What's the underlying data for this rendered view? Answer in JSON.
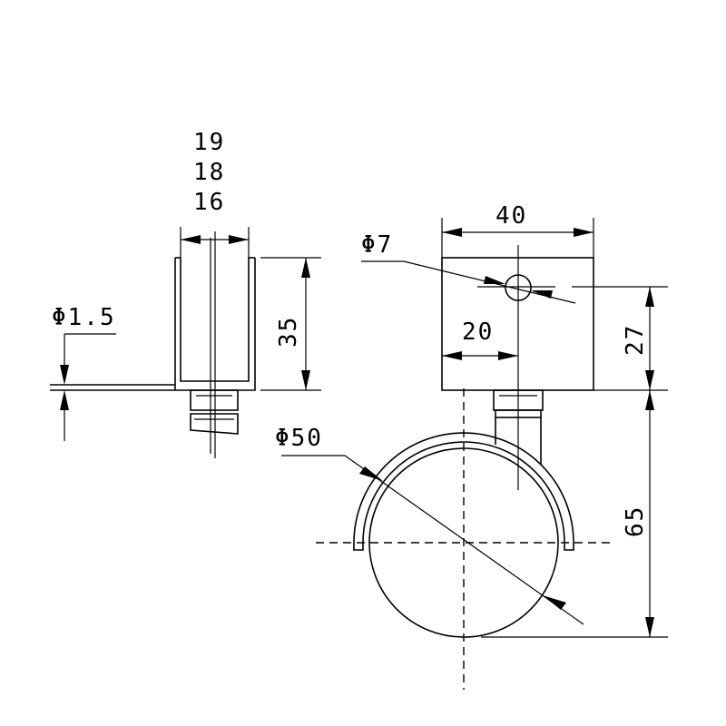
{
  "dimensions": {
    "side_width_outer": "19",
    "side_width_mid": "18",
    "side_width_inner": "16",
    "side_height": "35",
    "plate_thickness": "Φ1.5",
    "block_width": "40",
    "hole_diameter": "Φ7",
    "hole_offset": "20",
    "hole_height": "27",
    "wheel_diameter": "Φ50",
    "total_height": "65"
  }
}
